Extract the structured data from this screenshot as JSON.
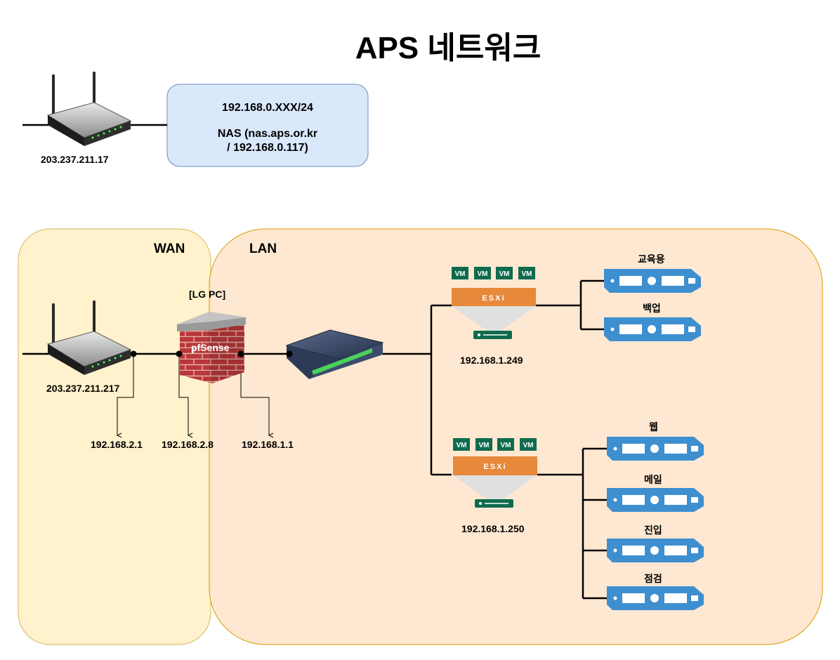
{
  "title": "APS 네트워크",
  "top_router": {
    "ip": "203.237.211.17"
  },
  "nas_box": {
    "subnet": "192.168.0.XXX/24",
    "line1": "NAS (nas.aps.or.kr",
    "line2": "/ 192.168.0.117)"
  },
  "zones": {
    "wan": "WAN",
    "lan": "LAN"
  },
  "router": {
    "ip": "203.237.211.217"
  },
  "firewall": {
    "host": "[LG PC]",
    "name": "pfSense"
  },
  "taps": [
    {
      "ip": "192.168.2.1"
    },
    {
      "ip": "192.168.2.8"
    },
    {
      "ip": "192.168.1.1"
    }
  ],
  "hosts": [
    {
      "vm_tag": "VM",
      "hypervisor": "ESXi",
      "ip": "192.168.1.249",
      "servers": [
        "교육용",
        "백업"
      ]
    },
    {
      "vm_tag": "VM",
      "hypervisor": "ESXi",
      "ip": "192.168.1.250",
      "servers": [
        "웹",
        "메일",
        "진입",
        "점검"
      ]
    }
  ],
  "colors": {
    "wan_fill": "#fff2cc",
    "wan_stroke": "#d6b656",
    "lan_fill": "#ffe6cc",
    "lan_stroke": "#d79b00",
    "nas_fill": "#dae8fc",
    "nas_stroke": "#6c8ebf",
    "vm_green": "#0f6b4e",
    "esxi_orange": "#e6893a",
    "server_blue": "#3e8fd0",
    "brick_red": "#b8373a"
  }
}
